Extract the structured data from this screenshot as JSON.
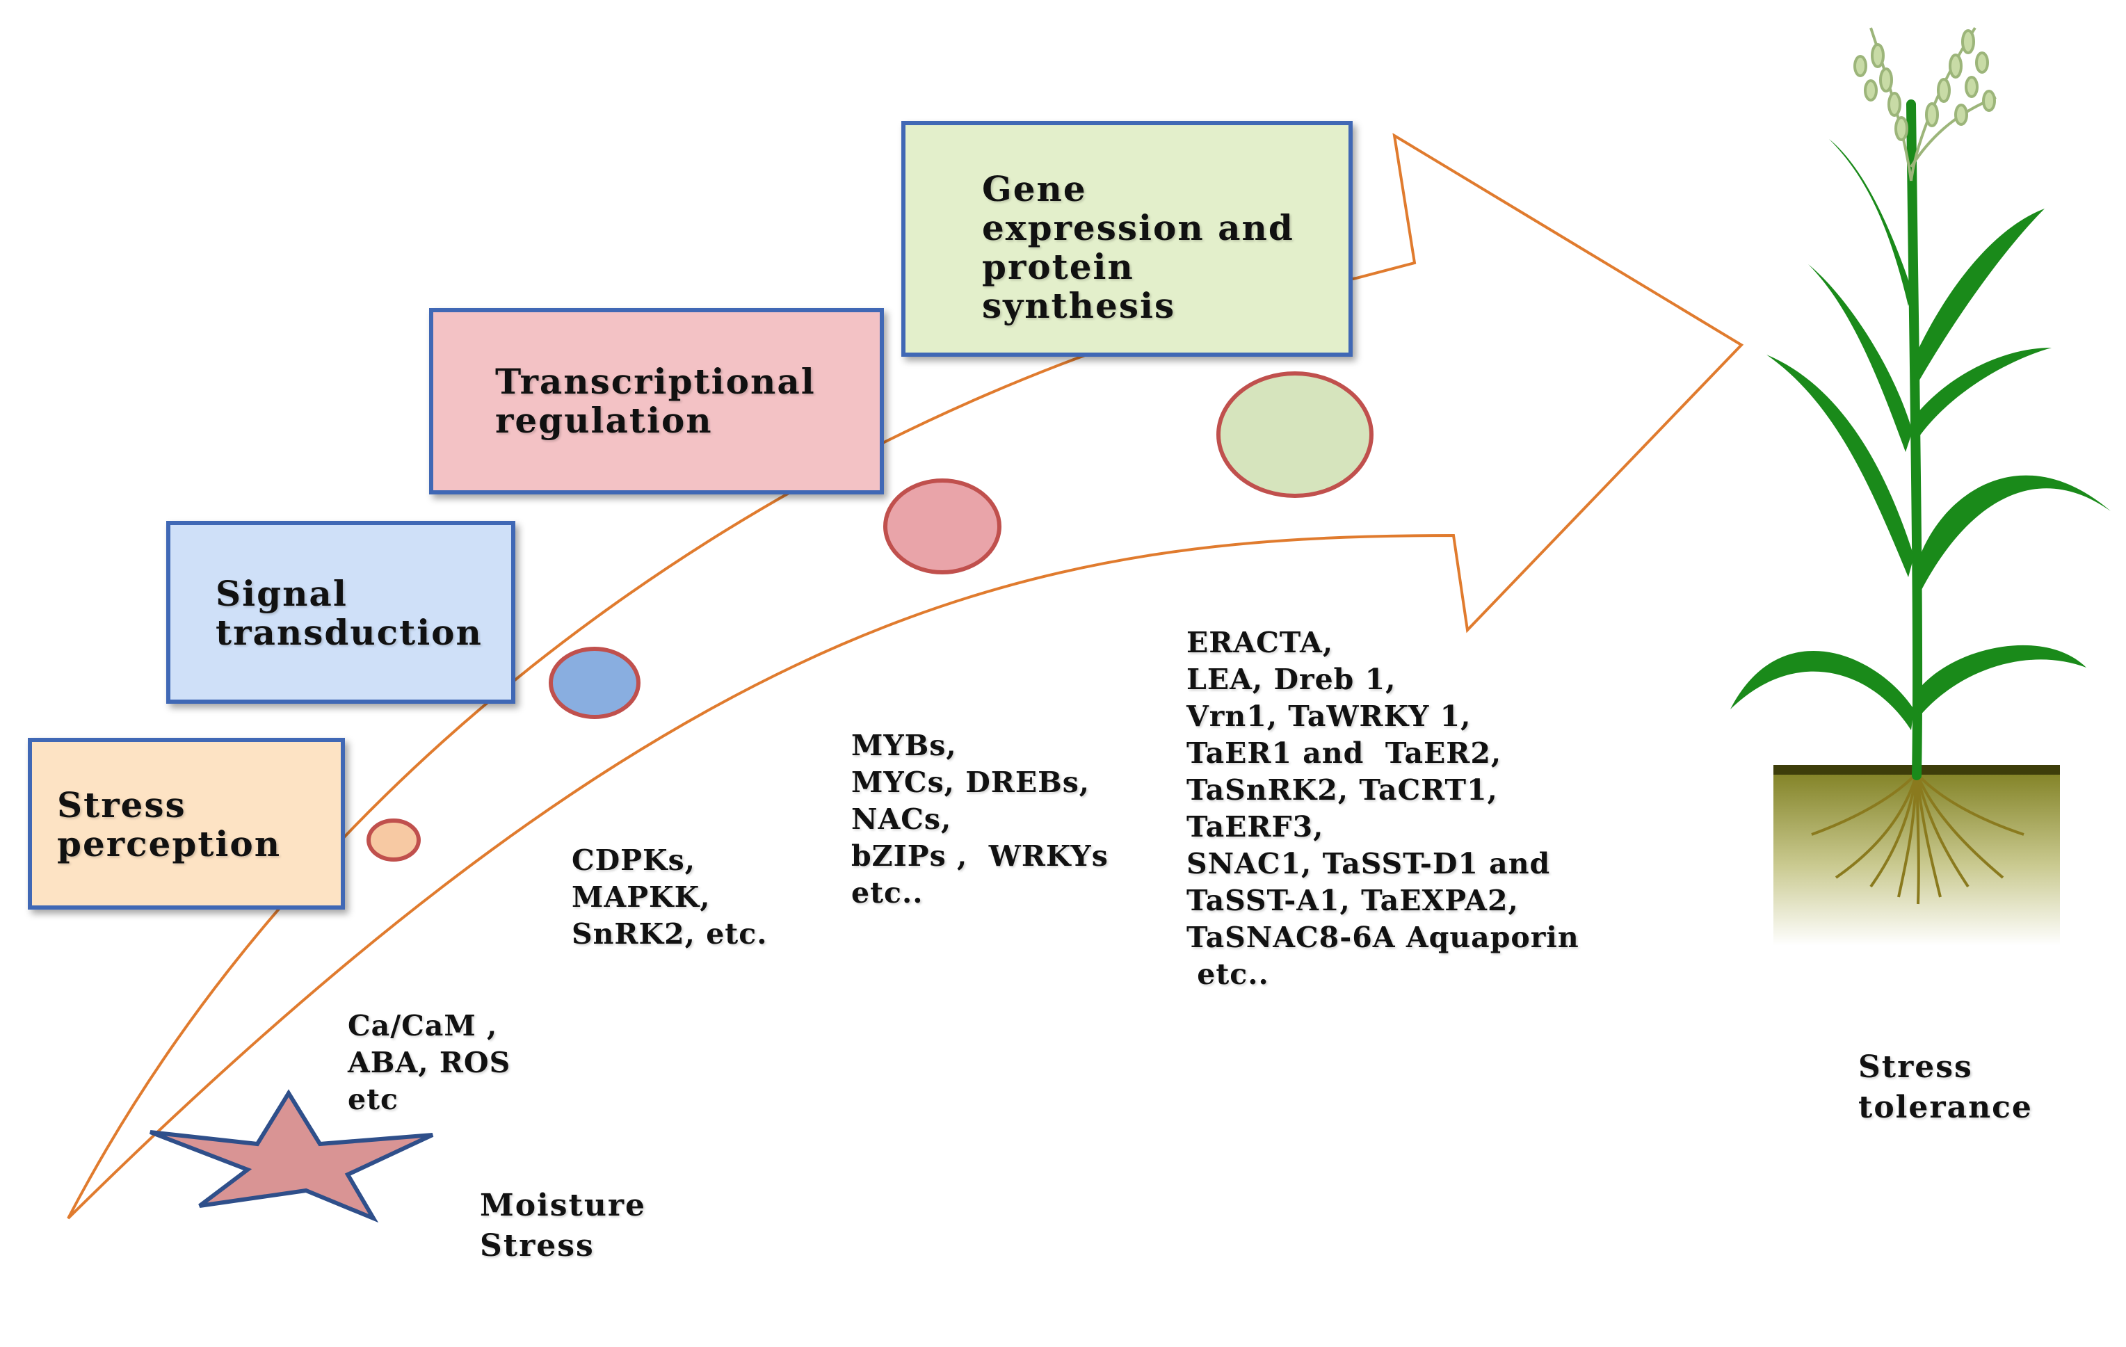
{
  "stages": [
    {
      "id": "stress-perception",
      "lines": [
        "Stress",
        "perception"
      ],
      "fill": "#fde3c4",
      "bubble_fill": "#f7c9a3"
    },
    {
      "id": "signal-transduction",
      "lines": [
        "Signal",
        "transduction"
      ],
      "fill": "#cfe0f8",
      "bubble_fill": "#89aee0"
    },
    {
      "id": "transcriptional-regulation",
      "lines": [
        "Transcriptional",
        "regulation"
      ],
      "fill": "#f3c2c5",
      "bubble_fill": "#e9a4a9"
    },
    {
      "id": "gene-expression",
      "lines": [
        "Gene",
        "expression and",
        "protein",
        "synthesis"
      ],
      "fill": "#e3efcb",
      "bubble_fill": "#d6e4bd"
    }
  ],
  "gene_lists": [
    {
      "id": "perception-molecules",
      "lines": [
        "Ca/CaM ,",
        "ABA, ROS",
        "etc"
      ]
    },
    {
      "id": "signalling-kinases",
      "lines": [
        "CDPKs,",
        "MAPKK,",
        "SnRK2, etc."
      ]
    },
    {
      "id": "transcription-factors",
      "lines": [
        "MYBs,",
        "MYCs, DREBs,",
        "NACs,",
        "bZIPs ,  WRKYs",
        "etc.."
      ]
    },
    {
      "id": "stress-genes",
      "lines": [
        "ERACTA,",
        "LEA, Dreb 1,",
        "Vrn1, TaWRKY 1,",
        "TaER1 and  TaER2,",
        "TaSnRK2, TaCRT1,",
        "TaERF3,",
        "SNAC1, TaSST-D1 and",
        "TaSST-A1, TaEXPA2,",
        "TaSNAC8-6A Aquaporin",
        " etc.."
      ]
    }
  ],
  "trigger": {
    "lines": [
      "Moisture",
      "Stress"
    ],
    "star_fill": "#d99494",
    "star_stroke": "#2f4f8a"
  },
  "outcome": {
    "lines": [
      "Stress",
      "tolerance"
    ]
  },
  "colors": {
    "arrow": "#e07b2e",
    "box_border": "#3f68b5",
    "bubble_border": "#c0504d",
    "plant": "#1a8a1a",
    "soil_top": "#7d7d1e",
    "soil_bottom": "#ffffff"
  },
  "icons": [
    "star-icon",
    "wheat-plant-icon",
    "soil-icon",
    "arrow-icon"
  ]
}
